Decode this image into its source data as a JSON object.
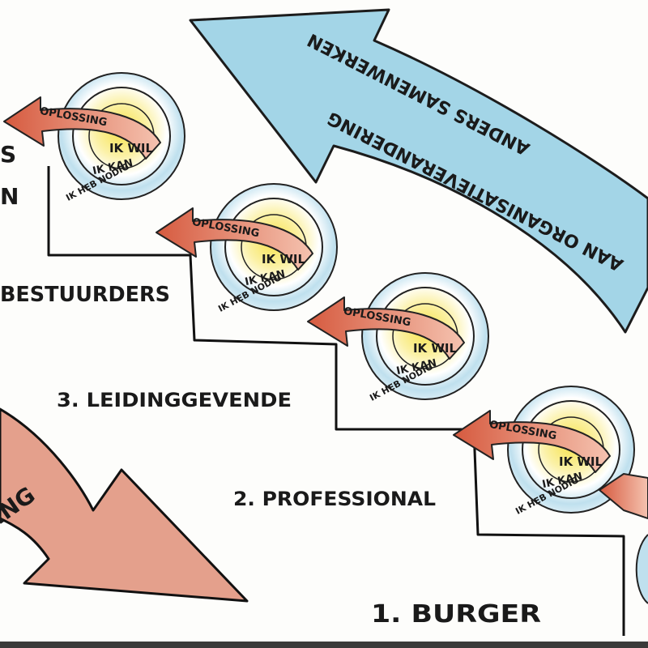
{
  "labels": {
    "step1": "1. BURGER",
    "step2": "2. PROFESSIONAL",
    "step3": "3. LEIDINGGEVENDE",
    "step4_partial": "BESTUURDERS",
    "left_partial_1": "S",
    "left_partial_2": "N",
    "red_arrow_partial": "ING",
    "blue_arrow_line1": "ANDERS SAMENWERKEN",
    "blue_arrow_line2": "AAN ORGANISATIEVERANDERING"
  },
  "target": {
    "arrow_text": "OPLOSSING",
    "ring_1": "IK WIL",
    "ring_2": "IK KAN",
    "ring_3": "IK HEB NODIG"
  },
  "colors": {
    "blue_arrow": "#9fd3e6",
    "red_arrow": "#e4a08c",
    "small_arrow": "#d9694f",
    "target_yellow": "#f3e46a",
    "target_blue": "#a9d6ea",
    "ink": "#1a1a1a"
  }
}
